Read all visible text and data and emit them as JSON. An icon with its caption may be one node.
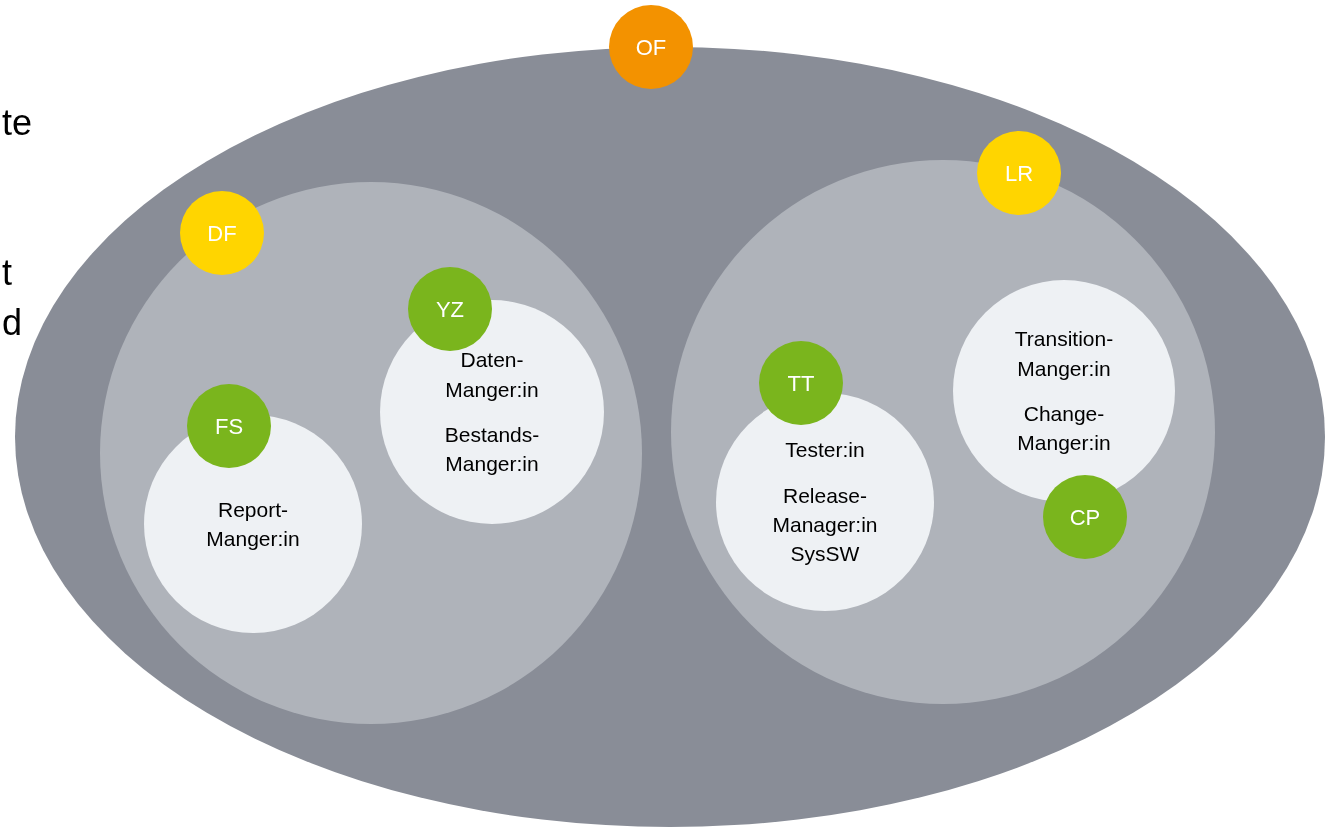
{
  "diagram": {
    "nodes": [
      {
        "text": [],
        "shape": "ellipse"
      },
      {
        "text": [
          "OF"
        ]
      },
      {
        "text": [],
        "shape": "circle",
        "in": 0
      },
      {
        "text": [
          "DF"
        ],
        "in": 2
      },
      {
        "text": [
          "Report- Manger:in"
        ],
        "in": 2
      },
      {
        "text": [
          "FS"
        ],
        "in": 2
      },
      {
        "text": [
          "Daten- Manger:in",
          "Bestands- Manger:in"
        ],
        "in": 2
      },
      {
        "text": [
          "YZ"
        ],
        "in": 2
      },
      {
        "text": [],
        "shape": "circle",
        "in": 0
      },
      {
        "text": [
          "LR"
        ],
        "in": 0
      },
      {
        "text": [
          "Tester:in",
          "Release- Manager:in SysSW"
        ],
        "in": 8
      },
      {
        "text": [
          "TT"
        ],
        "in": 8
      },
      {
        "text": [
          "Transition- Manger:in",
          "Change- Manger:in"
        ],
        "in": 8
      },
      {
        "text": [
          "CP"
        ],
        "in": 8
      }
    ],
    "labels": [
      "te",
      "t",
      "d"
    ]
  }
}
